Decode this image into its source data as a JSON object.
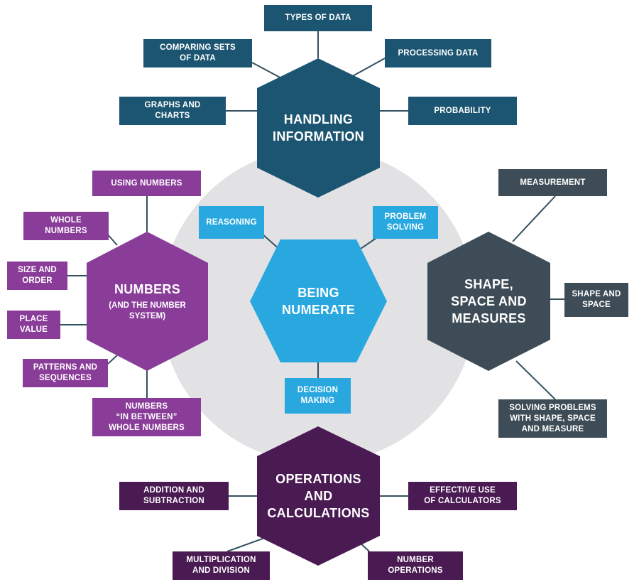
{
  "colors": {
    "handling": "#1c5571",
    "numbers": "#8a3c99",
    "shape": "#3d4c56",
    "operations": "#4a1a52",
    "core": "#29a8e0",
    "halo": "#e2e2e4",
    "line": "#33505f"
  },
  "center": {
    "title": "BEING\nNUMERATE",
    "skills": {
      "reasoning": "REASONING",
      "problem_solving": "PROBLEM\nSOLVING",
      "decision_making": "DECISION\nMAKING"
    }
  },
  "handling": {
    "title": "HANDLING\nINFORMATION",
    "items": {
      "types": "TYPES OF DATA",
      "comparing": "COMPARING SETS\nOF DATA",
      "processing": "PROCESSING DATA",
      "graphs": "GRAPHS AND\nCHARTS",
      "probability": "PROBABILITY"
    }
  },
  "numbers": {
    "title": "NUMBERS",
    "subtitle": "(AND THE NUMBER\nSYSTEM)",
    "items": {
      "using": "USING NUMBERS",
      "whole": "WHOLE\nNUMBERS",
      "size": "SIZE AND\nORDER",
      "place": "PLACE\nVALUE",
      "patterns": "PATTERNS AND\nSEQUENCES",
      "between": "NUMBERS\n“IN BETWEEN”\nWHOLE NUMBERS"
    }
  },
  "shape": {
    "title": "SHAPE,\nSPACE AND\nMEASURES",
    "items": {
      "measurement": "MEASUREMENT",
      "shape_space": "SHAPE AND\nSPACE",
      "solving": "SOLVING PROBLEMS\nWITH SHAPE, SPACE\nAND MEASURE"
    }
  },
  "operations": {
    "title": "OPERATIONS\nAND\nCALCULATIONS",
    "items": {
      "addition": "ADDITION AND\nSUBTRACTION",
      "calculators": "EFFECTIVE USE\nOF CALCULATORS",
      "multiplication": "MULTIPLICATION\nAND DIVISION",
      "number_ops": "NUMBER\nOPERATIONS"
    }
  }
}
